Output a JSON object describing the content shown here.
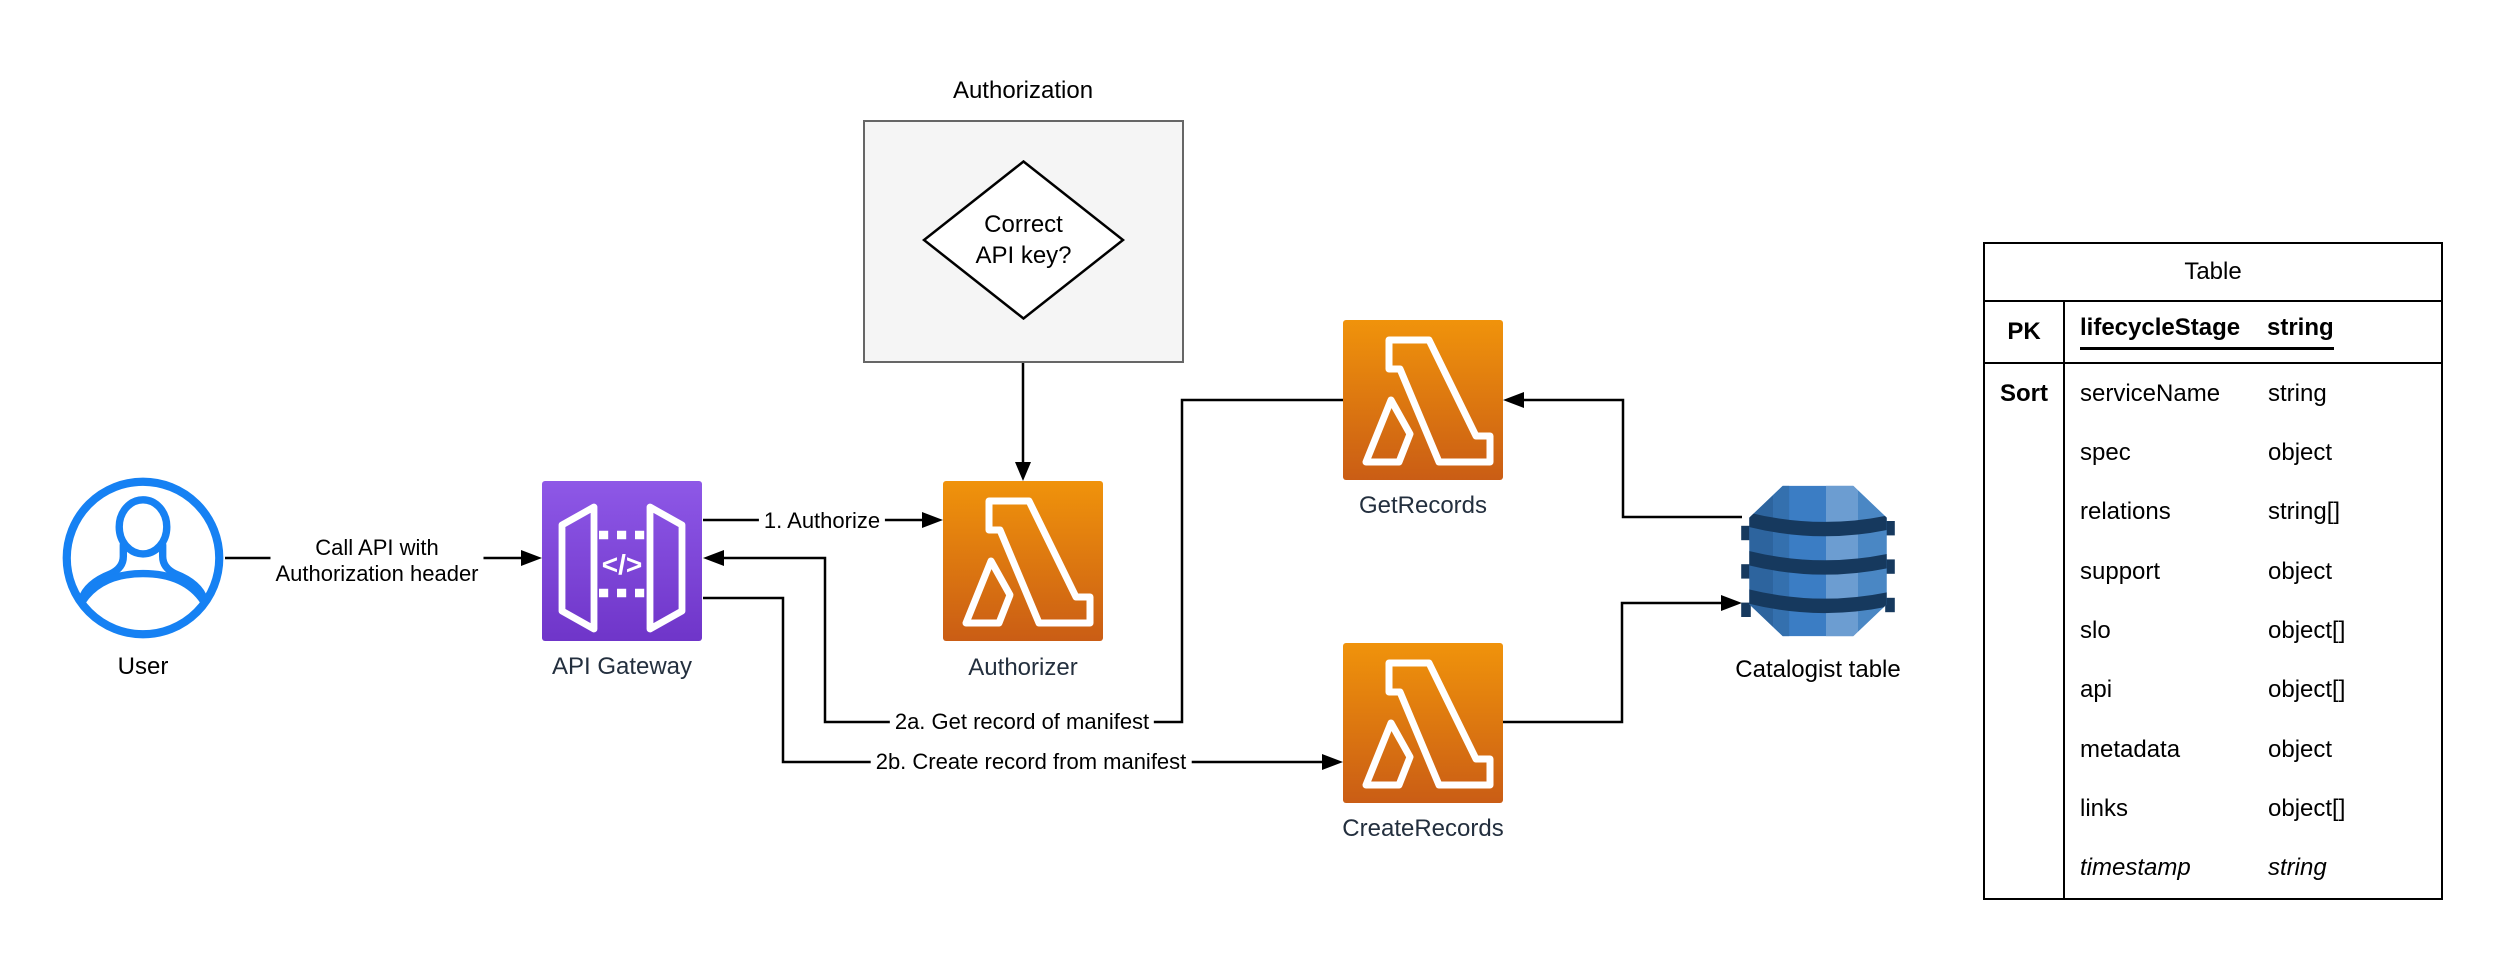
{
  "colors": {
    "lambda_orange_top": "#F0930B",
    "lambda_orange_bottom": "#CA5D15",
    "gateway_purple_top": "#8E58E7",
    "gateway_purple_bottom": "#6F35C9",
    "user_blue": "#1681F3",
    "dynamodb_blue": "#3B7DC4",
    "dynamodb_band_navy": "#16395E",
    "aws_label_navy": "#232F3E",
    "group_fill": "#F5F5F5",
    "group_border": "#666666",
    "line_color": "#000000"
  },
  "nodes": {
    "user": {
      "label": "User",
      "icon": "person-in-circle"
    },
    "api_gateway": {
      "label": "API Gateway",
      "icon": "aws-api-gateway"
    },
    "authorizer": {
      "label": "Authorizer",
      "icon": "aws-lambda"
    },
    "get_records": {
      "label": "GetRecords",
      "icon": "aws-lambda"
    },
    "create_records": {
      "label": "CreateRecords",
      "icon": "aws-lambda"
    },
    "catalogist_table": {
      "label": "Catalogist table",
      "icon": "aws-dynamodb"
    }
  },
  "group": {
    "title": "Authorization",
    "decision": {
      "line1": "Correct",
      "line2": "API key?"
    }
  },
  "edges": {
    "call_api": {
      "line1": "Call API with",
      "line2": "Authorization header"
    },
    "authorize": {
      "label": "1. Authorize"
    },
    "get_record": {
      "label": "2a. Get record of manifest"
    },
    "create_record": {
      "label": "2b. Create record from manifest"
    }
  },
  "table": {
    "title": "Table",
    "pk": {
      "key": "PK",
      "name": "lifecycleStage",
      "type": "string"
    },
    "sort": {
      "key": "Sort",
      "fields": [
        {
          "name": "serviceName",
          "type": "string"
        },
        {
          "name": "spec",
          "type": "object"
        },
        {
          "name": "relations",
          "type": "string[]"
        },
        {
          "name": "support",
          "type": "object"
        },
        {
          "name": "slo",
          "type": "object[]"
        },
        {
          "name": "api",
          "type": "object[]"
        },
        {
          "name": "metadata",
          "type": "object"
        },
        {
          "name": "links",
          "type": "object[]"
        },
        {
          "name": "timestamp",
          "type": "string"
        }
      ]
    }
  }
}
